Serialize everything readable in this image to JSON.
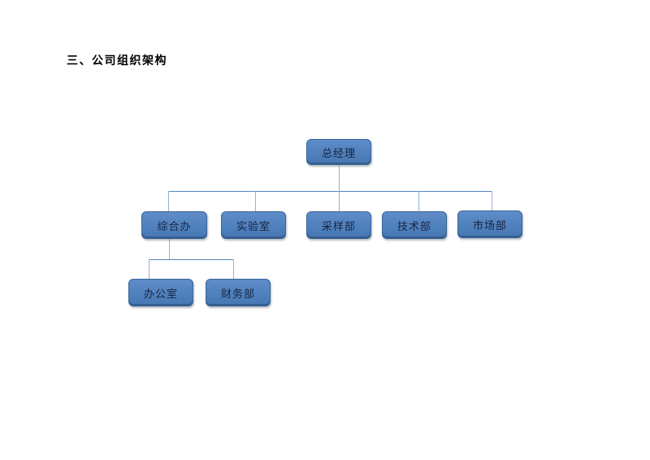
{
  "document": {
    "section_title": "三、公司组织架构"
  },
  "org_chart": {
    "type": "org-tree",
    "colors": {
      "node_fill": "#4f81bd",
      "node_border": "#3a6496",
      "node_text": "#18243f",
      "connector_vertical": "#95afd6",
      "connector_horizontal": "#5585bf",
      "page_background": "#ffffff",
      "title_text": "#000000"
    },
    "nodes": [
      {
        "label": "总经理",
        "level": 1,
        "parent": null
      },
      {
        "label": "综合办",
        "level": 2,
        "parent": "总经理"
      },
      {
        "label": "实验室",
        "level": 2,
        "parent": "总经理"
      },
      {
        "label": "采样部",
        "level": 2,
        "parent": "总经理"
      },
      {
        "label": "技术部",
        "level": 2,
        "parent": "总经理"
      },
      {
        "label": "市场部",
        "level": 2,
        "parent": "总经理"
      },
      {
        "label": "办公室",
        "level": 3,
        "parent": "综合办"
      },
      {
        "label": "财务部",
        "level": 3,
        "parent": "综合办"
      }
    ]
  }
}
